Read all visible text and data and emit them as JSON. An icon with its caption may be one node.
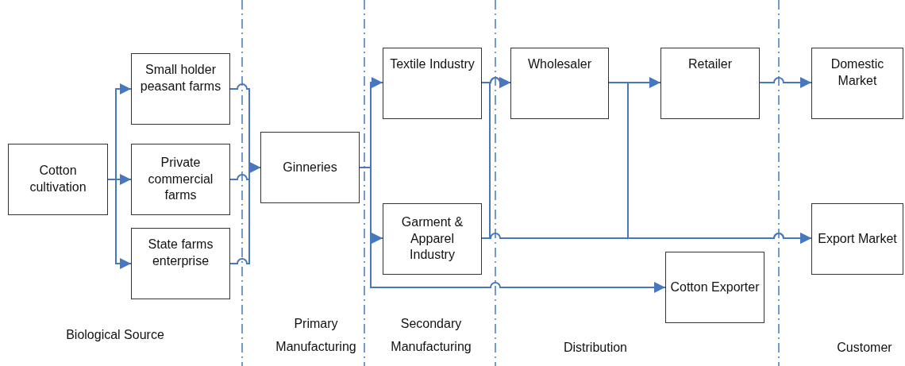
{
  "diagram": {
    "nodes": [
      {
        "text": [
          "Cotton cultivation"
        ]
      },
      {
        "text": [
          "Small holder peasant farms"
        ]
      },
      {
        "text": [
          "Private commercial farms"
        ]
      },
      {
        "text": [
          "State farms enterprise"
        ]
      },
      {
        "text": [
          "Ginneries"
        ]
      },
      {
        "text": [
          "Textile Industry"
        ]
      },
      {
        "text": [
          "Garment & Apparel Industry"
        ]
      },
      {
        "text": [
          "Wholesaler"
        ]
      },
      {
        "text": [
          "Retailer"
        ]
      },
      {
        "text": [
          "Domestic Market"
        ]
      },
      {
        "text": [
          "Export Market"
        ]
      },
      {
        "text": [
          "Cotton Exporter"
        ]
      }
    ],
    "edges": [
      {
        "from": 0,
        "to": 1,
        "arrow": "to"
      },
      {
        "from": 0,
        "to": 2,
        "arrow": "to"
      },
      {
        "from": 0,
        "to": 3,
        "arrow": "to"
      },
      {
        "from": 1,
        "to": 4,
        "arrow": "to"
      },
      {
        "from": 2,
        "to": 4,
        "arrow": "to"
      },
      {
        "from": 3,
        "to": 4,
        "arrow": "to"
      },
      {
        "from": 4,
        "to": 5,
        "arrow": "to"
      },
      {
        "from": 4,
        "to": 6,
        "arrow": "to"
      },
      {
        "from": 4,
        "to": 11,
        "arrow": "to"
      },
      {
        "from": 5,
        "to": 7,
        "arrow": "to"
      },
      {
        "from": 6,
        "to": 7,
        "arrow": "to"
      },
      {
        "from": 6,
        "to": 10,
        "arrow": "to"
      },
      {
        "from": 7,
        "to": 8,
        "arrow": "to"
      },
      {
        "from": 7,
        "to": 10,
        "arrow": "to"
      },
      {
        "from": 8,
        "to": 9,
        "arrow": "to"
      }
    ],
    "labels": [
      "Biological Source",
      "Primary Manufacturing",
      "Secondary Manufacturing",
      "Distribution",
      "Customer"
    ]
  }
}
